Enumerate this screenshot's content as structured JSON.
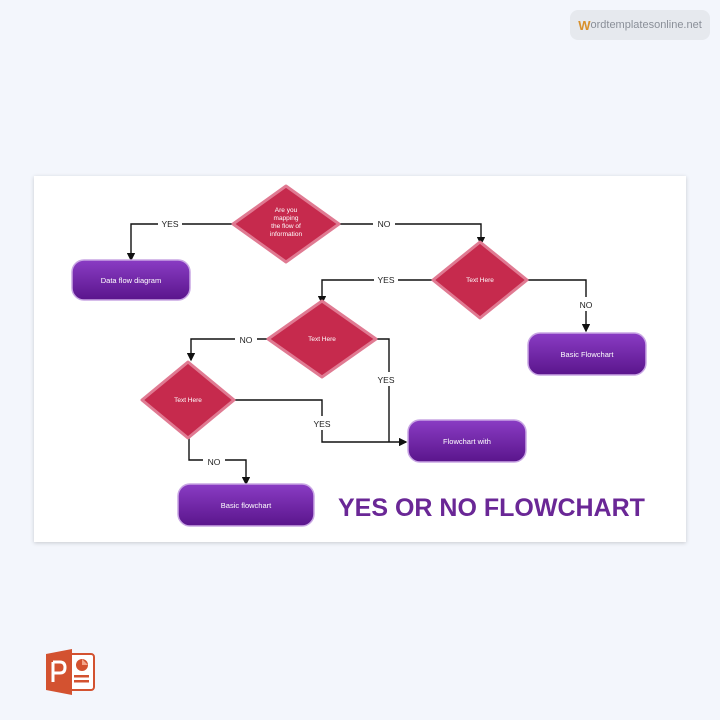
{
  "watermark": {
    "w": "W",
    "rest": "ordtemplatesonline.net"
  },
  "title": "YES OR NO FLOWCHART",
  "nodes": {
    "q1": [
      "Are you",
      "mapping",
      "the flow of",
      "information"
    ],
    "q2": "Text Here",
    "q3": "Text Here",
    "q4": "Text Here",
    "data_flow": "Data flow diagram",
    "basic_right": "Basic Flowchart",
    "flowchart_with": "Flowchart with",
    "basic_bottom": "Basic flowchart"
  },
  "edges": {
    "q1_yes": "YES",
    "q1_no": "NO",
    "q2_yes": "YES",
    "q2_no": "NO",
    "q3_no": "NO",
    "q3_yes": "YES",
    "q4_yes": "YES",
    "q4_no": "NO"
  },
  "colors": {
    "diamond_fill": "#c62a4d",
    "diamond_border": "#e07a92",
    "box_fill": "#6a1fa0",
    "title": "#6a2796"
  },
  "icons": {
    "app": "powerpoint-icon"
  }
}
